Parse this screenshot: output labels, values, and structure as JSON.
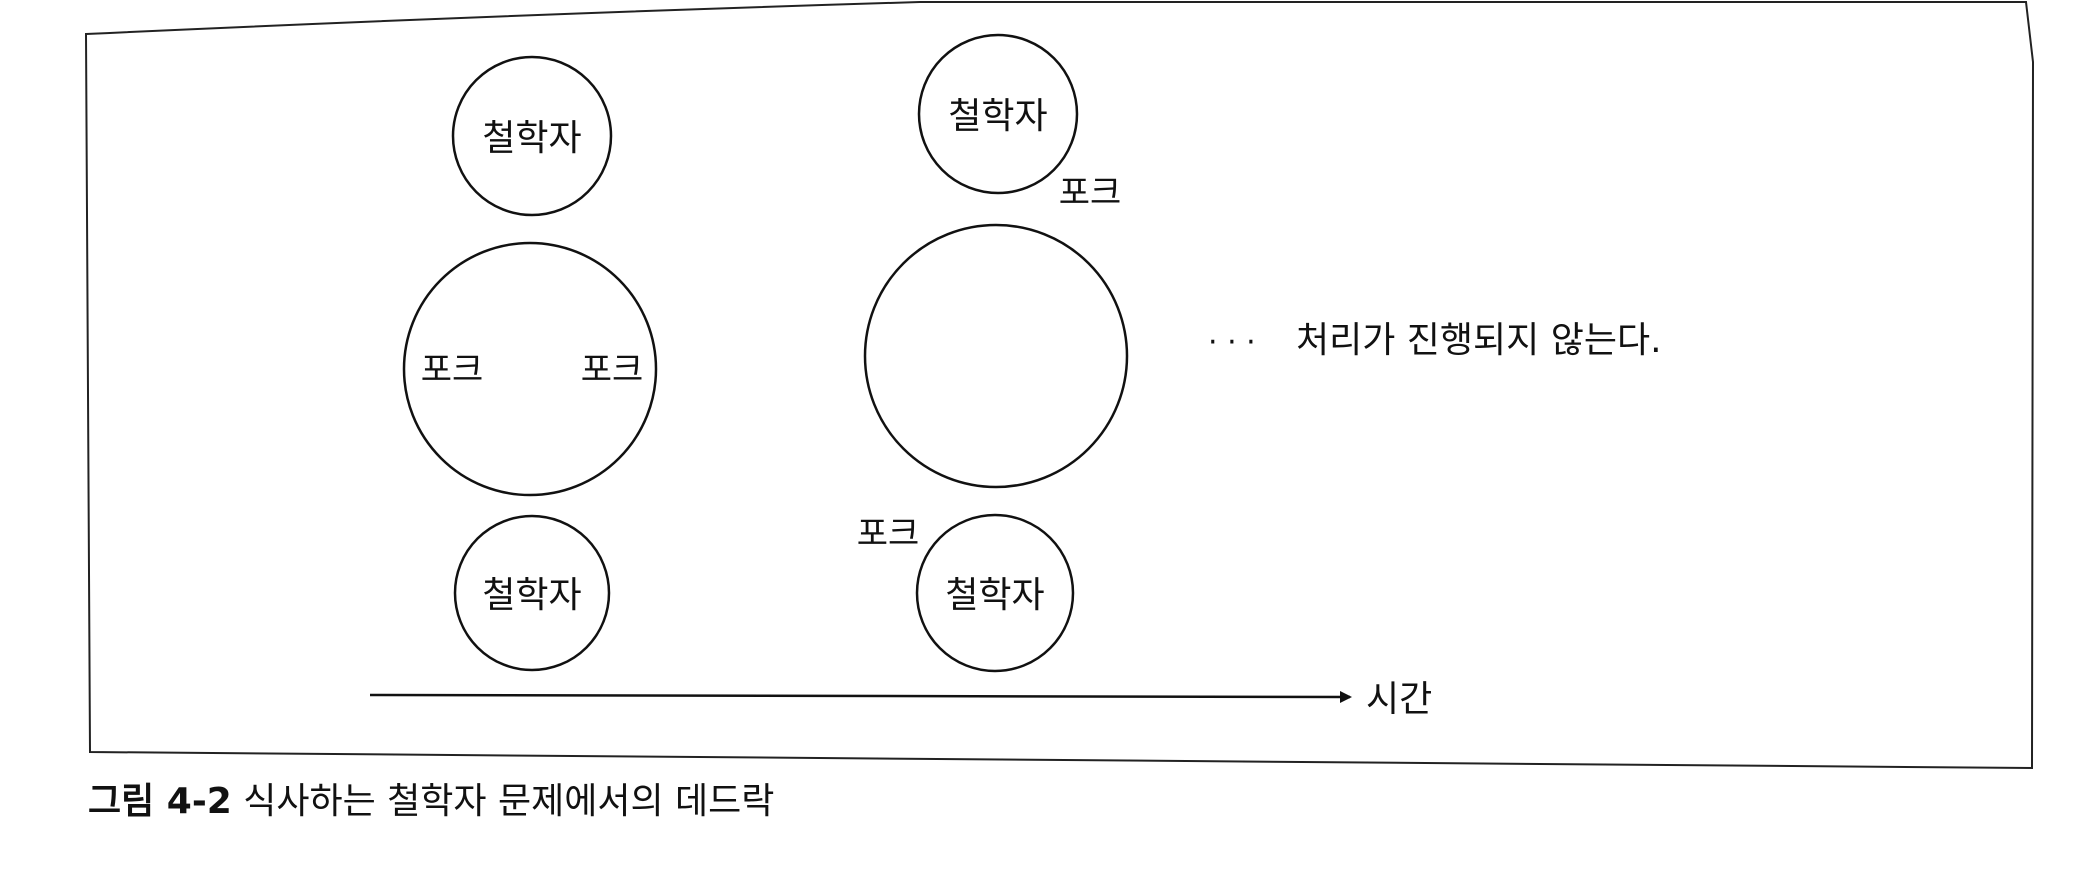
{
  "diagram": {
    "left_state": {
      "top_philosopher": "철학자",
      "table_fork_left": "포크",
      "table_fork_right": "포크",
      "bottom_philosopher": "철학자"
    },
    "right_state": {
      "top_philosopher": "철학자",
      "fork_top": "포크",
      "fork_bottom": "포크",
      "bottom_philosopher": "철학자"
    },
    "status_dots": "· · ·",
    "status_text": "처리가 진행되지 않는다.",
    "time_axis_label": "시간"
  },
  "caption": {
    "number": "그림 4-2",
    "text": "식사하는 철학자 문제에서의 데드락"
  }
}
